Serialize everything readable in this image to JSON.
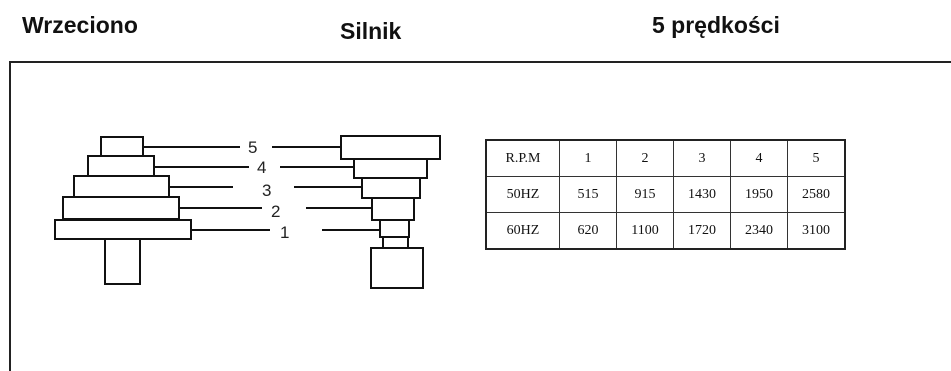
{
  "headings": {
    "spindle": "Wrzeciono",
    "motor": "Silnik",
    "speeds": "5 prędkości"
  },
  "step_labels": [
    "5",
    "4",
    "3",
    "2",
    "1"
  ],
  "table": {
    "header": [
      "R.P.M",
      "1",
      "2",
      "3",
      "4",
      "5"
    ],
    "rows": [
      [
        "50HZ",
        "515",
        "915",
        "1430",
        "1950",
        "2580"
      ],
      [
        "60HZ",
        "620",
        "1100",
        "1720",
        "2340",
        "3100"
      ]
    ]
  }
}
